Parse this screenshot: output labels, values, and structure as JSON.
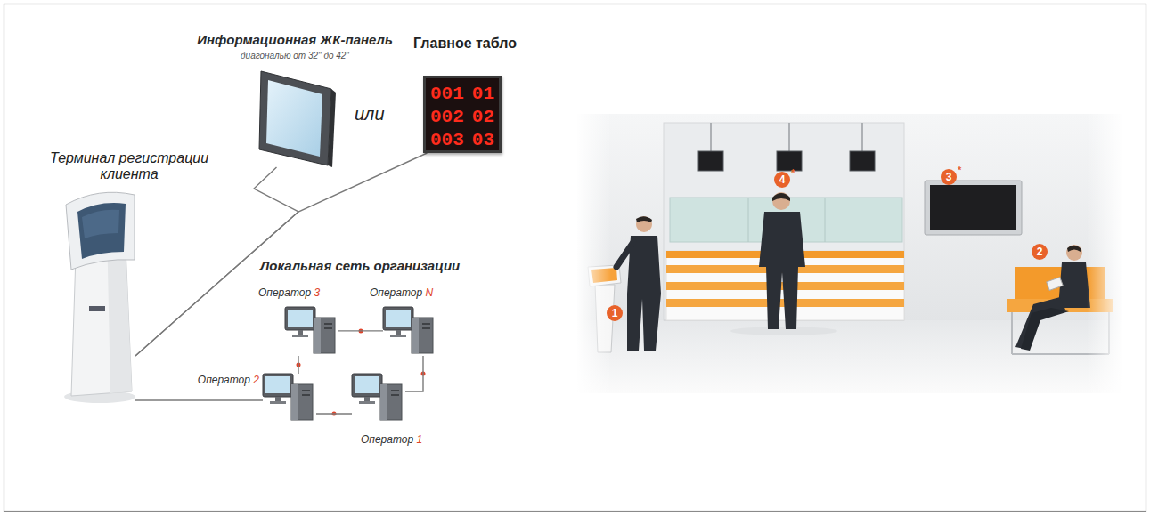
{
  "diagram": {
    "nodes": [
      {
        "text": [
          "Информационная ЖК-панель",
          "диагональю от 32\" до 42\""
        ]
      },
      {
        "text": [
          "Главное табло",
          "001",
          "01",
          "002",
          "02",
          "003",
          "03"
        ]
      },
      {
        "text": [
          "Терминал регистрации клиента"
        ]
      },
      {
        "text": [
          "Оператор 3"
        ]
      },
      {
        "text": [
          "Оператор N"
        ]
      },
      {
        "text": [
          "Оператор 2"
        ]
      },
      {
        "text": [
          "Оператор 1"
        ]
      }
    ],
    "edges": [
      {
        "from": 2,
        "to": 0,
        "arrow": "none"
      },
      {
        "from": 2,
        "to": 1,
        "arrow": "none"
      },
      {
        "from": 2,
        "to": 5,
        "arrow": "none"
      },
      {
        "from": 3,
        "to": 4,
        "arrow": "none"
      },
      {
        "from": 4,
        "to": 6,
        "arrow": "none"
      },
      {
        "from": 6,
        "to": 5,
        "arrow": "none"
      },
      {
        "from": 5,
        "to": 3,
        "arrow": "none"
      }
    ],
    "labels": [
      "или",
      "Локальная сеть организации",
      "1",
      "2",
      "3",
      "*",
      "4",
      "*"
    ]
  }
}
